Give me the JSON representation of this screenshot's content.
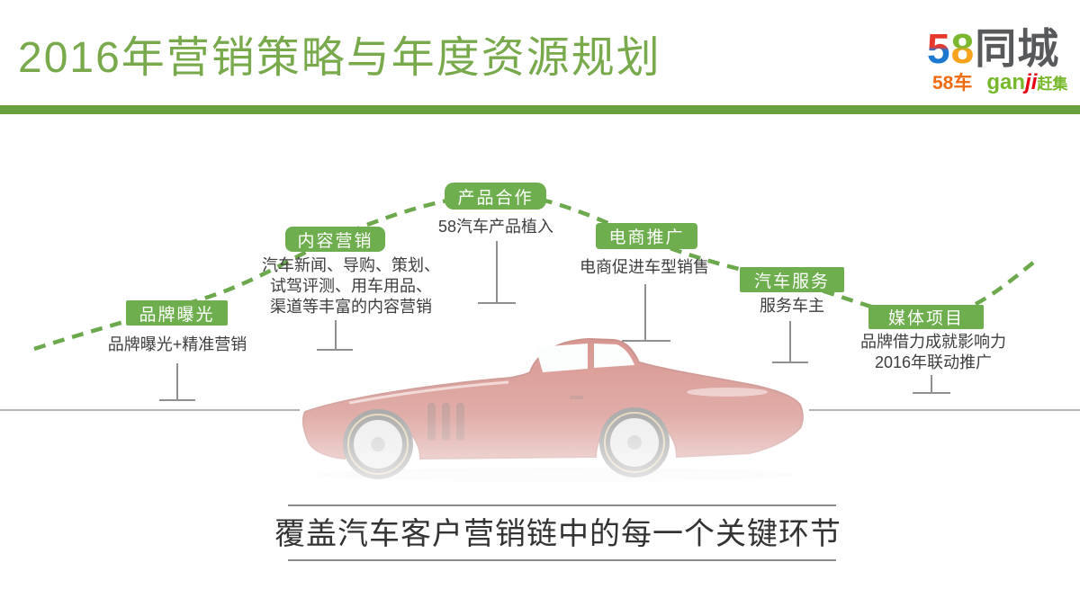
{
  "header": {
    "title": "2016年营销策略与年度资源规划",
    "logo": {
      "digit_5": "5",
      "digit_8": "8",
      "city_text": "同城",
      "car_brand": "58车",
      "ganji_latin": "gan",
      "ganji_mark": "ji",
      "ganji_cn": "赶集"
    }
  },
  "stages": [
    {
      "label": "品牌曝光",
      "desc": [
        "品牌曝光+精准营销"
      ]
    },
    {
      "label": "内容营销",
      "desc": [
        "汽车新闻、导购、策划、",
        "试驾评测、用车用品、",
        "渠道等丰富的内容营销"
      ]
    },
    {
      "label": "产品合作",
      "desc": [
        "58汽车产品植入"
      ]
    },
    {
      "label": "电商推广",
      "desc": [
        "电商促进车型销售"
      ]
    },
    {
      "label": "汽车服务",
      "desc": [
        "服务车主"
      ]
    },
    {
      "label": "媒体项目",
      "desc": [
        "品牌借力成就影响力",
        "2016年联动推广"
      ]
    }
  ],
  "footer": {
    "banner": "覆盖汽车客户营销链中的每一个关键环节"
  },
  "colors": {
    "title_green": "#78aa4c",
    "bar_green": "#68a03d",
    "stage_green": "#6fae4e",
    "dash_green": "#6ca94c",
    "baseline_gray": "#b3b3b3",
    "connector_gray": "#8f8f8f",
    "car_red": "#b63a2e",
    "logo_orange": "#f26a10",
    "logo_ganji_green": "#76b82a",
    "logo_ganji_red": "#e60012"
  },
  "car": {
    "alt": "faded red classic sports car, side view"
  }
}
